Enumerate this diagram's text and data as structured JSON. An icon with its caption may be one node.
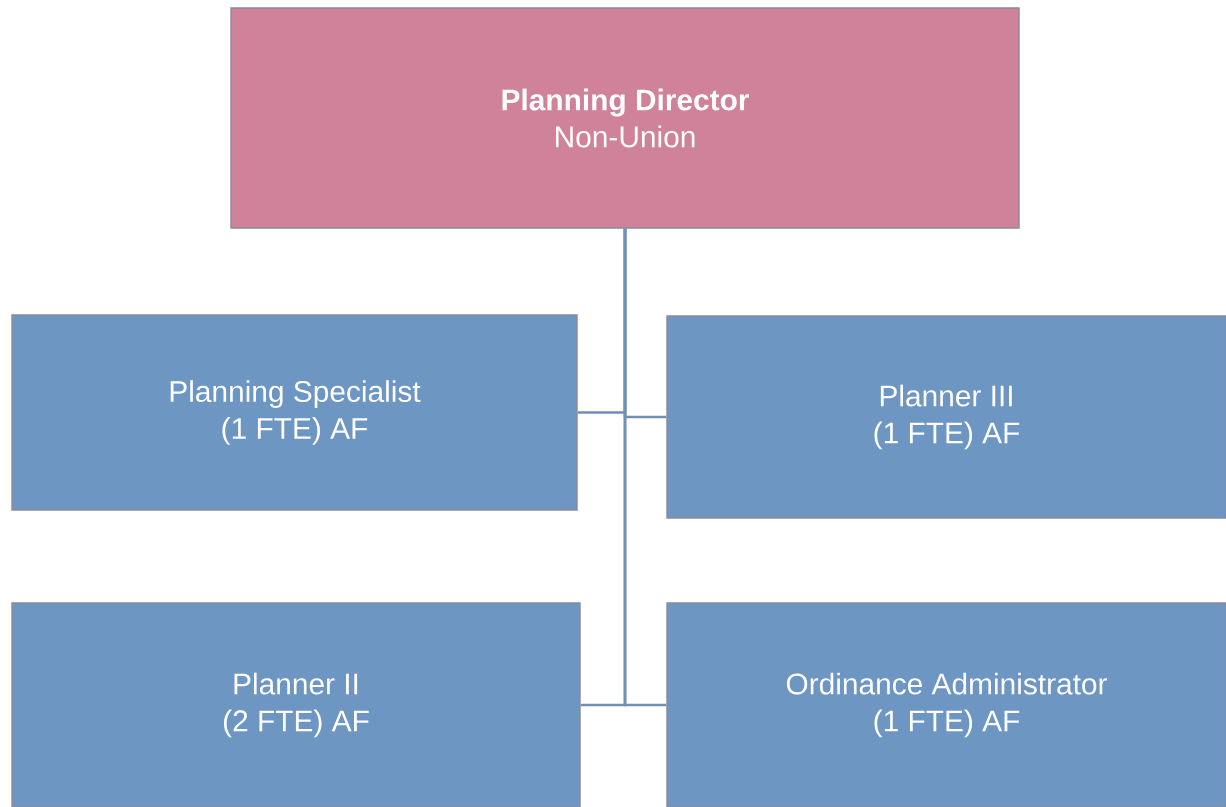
{
  "diagram": {
    "nodes": [
      {
        "text": [
          "Planning Director",
          "Non-Union"
        ]
      },
      {
        "text": [
          "Planning Specialist",
          "(1 FTE) AF"
        ]
      },
      {
        "text": [
          "Planner III",
          "(1 FTE) AF"
        ]
      },
      {
        "text": [
          "Planner II",
          "(2 FTE) AF"
        ]
      },
      {
        "text": [
          "Ordinance Administrator",
          "(1 FTE) AF"
        ]
      }
    ],
    "edges": [
      {
        "from": 0,
        "to": 1,
        "arrow": "none"
      },
      {
        "from": 0,
        "to": 2,
        "arrow": "none"
      },
      {
        "from": 0,
        "to": 3,
        "arrow": "none"
      },
      {
        "from": 0,
        "to": 4,
        "arrow": "none"
      }
    ]
  }
}
